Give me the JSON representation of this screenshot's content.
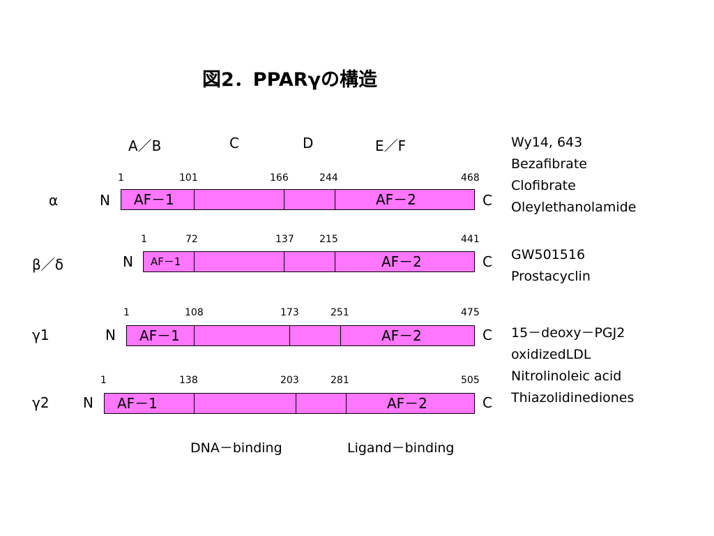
{
  "title": "図2．PPARγの構造",
  "domains": [
    "A／B",
    "C",
    "D",
    "E／F"
  ],
  "terminal": {
    "n": "N",
    "c": "C"
  },
  "isoforms": [
    {
      "name": "α",
      "positions": [
        "1",
        "101",
        "166",
        "244",
        "468"
      ],
      "af1": "AF－1",
      "af2": "AF－2",
      "ligands": [
        "Wy14, 643",
        "Bezafibrate",
        "Clofibrate",
        "Oleylethanolamide"
      ]
    },
    {
      "name": "β／δ",
      "positions": [
        "1",
        "72",
        "137",
        "215",
        "441"
      ],
      "af1": "AF－1",
      "af2": "AF－2",
      "ligands": [
        "GW501516",
        "Prostacyclin"
      ]
    },
    {
      "name": "γ1",
      "positions": [
        "1",
        "108",
        "173",
        "251",
        "475"
      ],
      "af1": "AF－1",
      "af2": "AF－2",
      "ligands": [
        "15－deoxy－PGJ2",
        "oxidizedLDL",
        "Nitrolinoleic acid",
        "Thiazolidinediones"
      ]
    },
    {
      "name": "γ2",
      "positions": [
        "1",
        "138",
        "203",
        "281",
        "505"
      ],
      "af1": "AF－1",
      "af2": "AF－2",
      "ligands": []
    }
  ],
  "regions": {
    "dna": "DNA－binding",
    "ligand": "Ligand－binding"
  },
  "colors": {
    "bar_fill": "#ff77ff",
    "outline": "#000000",
    "background": "#ffffff"
  }
}
